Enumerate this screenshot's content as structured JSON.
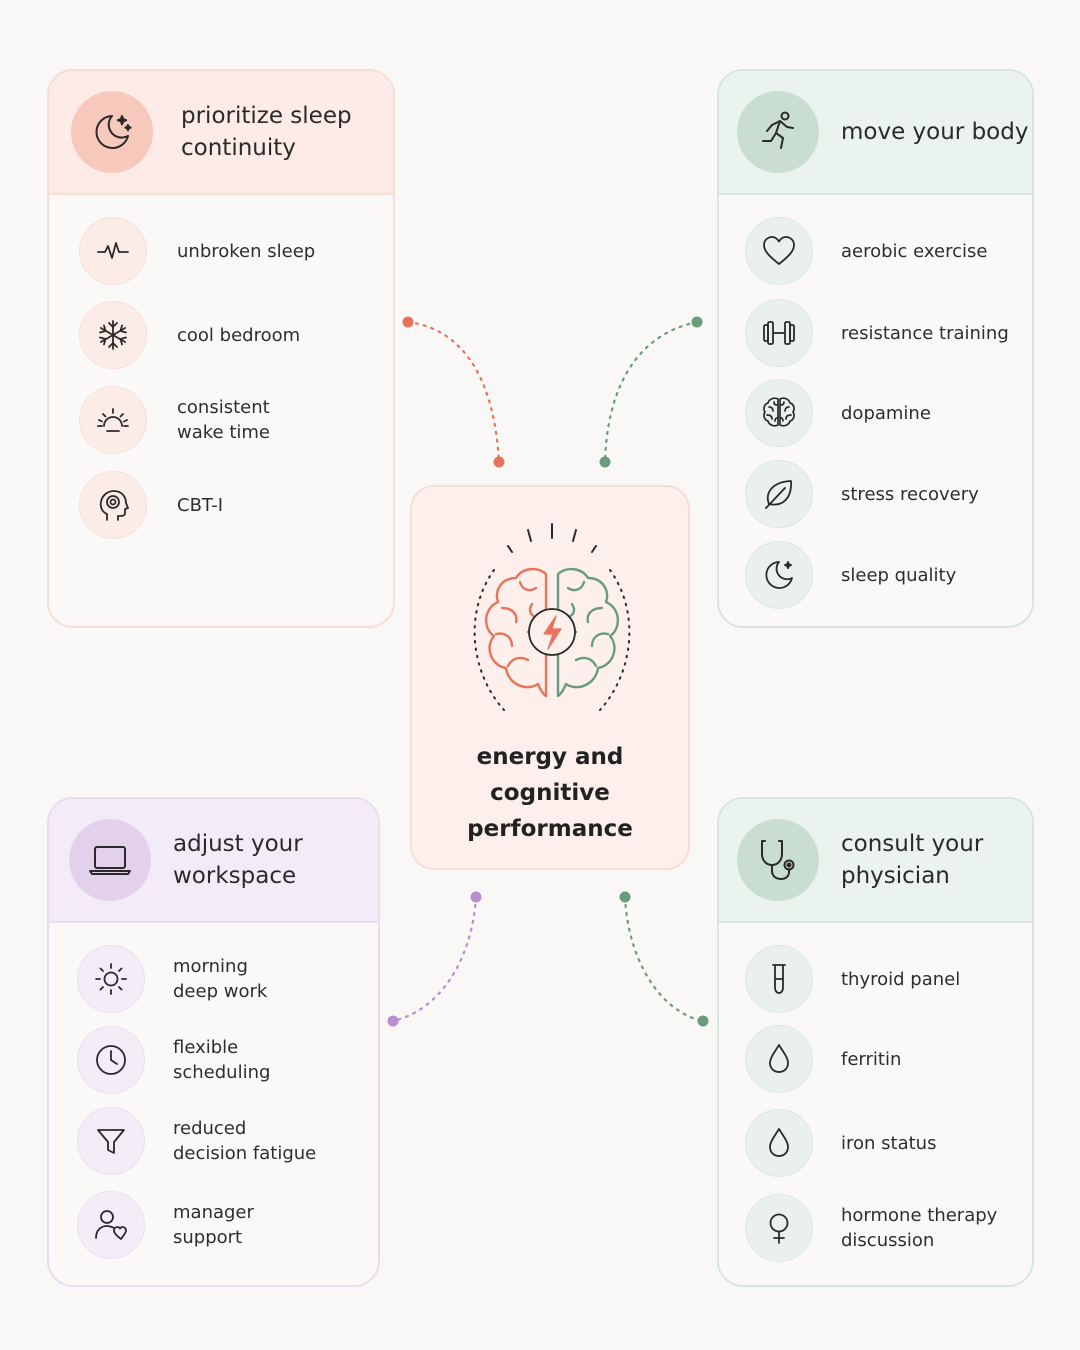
{
  "center": {
    "title": "energy and\ncognitive performance"
  },
  "colors": {
    "sleep_accent": "#e8735a",
    "move_accent": "#6b9b7d",
    "work_accent": "#b88ed0",
    "icon_stroke": "#2a2a2a"
  },
  "cards": {
    "sleep": {
      "title": "prioritize sleep\ncontinuity",
      "icon": "moon-stars-icon",
      "items": [
        {
          "label": "unbroken sleep",
          "icon": "pulse-icon"
        },
        {
          "label": "cool bedroom",
          "icon": "snowflake-icon"
        },
        {
          "label": "consistent\nwake time",
          "icon": "sunrise-icon"
        },
        {
          "label": "CBT-I",
          "icon": "head-mind-icon"
        }
      ]
    },
    "move": {
      "title": "move your body",
      "icon": "running-person-icon",
      "items": [
        {
          "label": "aerobic exercise",
          "icon": "heart-icon"
        },
        {
          "label": "resistance training",
          "icon": "dumbbell-icon"
        },
        {
          "label": "dopamine",
          "icon": "brain-icon"
        },
        {
          "label": "stress recovery",
          "icon": "leaf-icon"
        },
        {
          "label": "sleep quality",
          "icon": "moon-icon"
        }
      ]
    },
    "work": {
      "title": "adjust your\nworkspace",
      "icon": "laptop-icon",
      "items": [
        {
          "label": "morning\ndeep work",
          "icon": "sun-icon"
        },
        {
          "label": "flexible\nscheduling",
          "icon": "clock-icon"
        },
        {
          "label": "reduced\ndecision fatigue",
          "icon": "funnel-icon"
        },
        {
          "label": "manager\nsupport",
          "icon": "person-heart-icon"
        }
      ]
    },
    "phys": {
      "title": "consult your\nphysician",
      "icon": "stethoscope-icon",
      "items": [
        {
          "label": "thyroid panel",
          "icon": "test-tube-icon"
        },
        {
          "label": "ferritin",
          "icon": "drop-icon"
        },
        {
          "label": "iron status",
          "icon": "drop-icon"
        },
        {
          "label": "hormone therapy\ndiscussion",
          "icon": "female-symbol-icon"
        }
      ]
    }
  }
}
